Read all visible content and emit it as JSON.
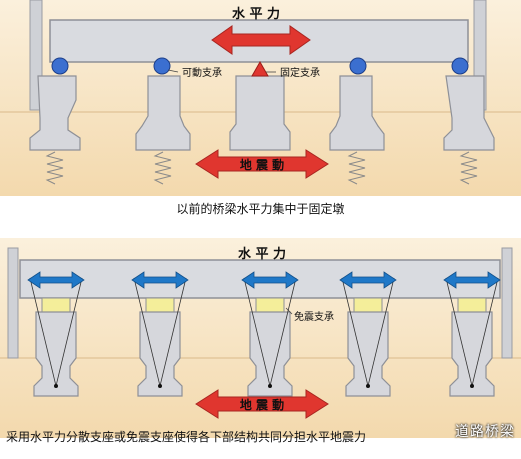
{
  "top": {
    "deck_label": "水 平 力",
    "movable_label": "可動支承",
    "fixed_label": "固定支承",
    "ground_label": "地 震 動",
    "caption": "以前的桥梁水平力集中于固定墩"
  },
  "bottom": {
    "deck_label": "水 平 力",
    "isolator_label": "免震支承",
    "ground_label": "地 震 動",
    "caption": "采用水平力分散支座或免震支座使得各下部结构共同分担水平地震力"
  },
  "watermark": "道路桥梁",
  "colors": {
    "deck": "#d9dbe0",
    "pier": "#d6d7dc",
    "ground": "#f7e4c6",
    "red_arrow": "#e0362f",
    "blue_arrow": "#1f78c8",
    "bearing_blue": "#3b6fd0",
    "isolator": "#f4ee9a"
  }
}
